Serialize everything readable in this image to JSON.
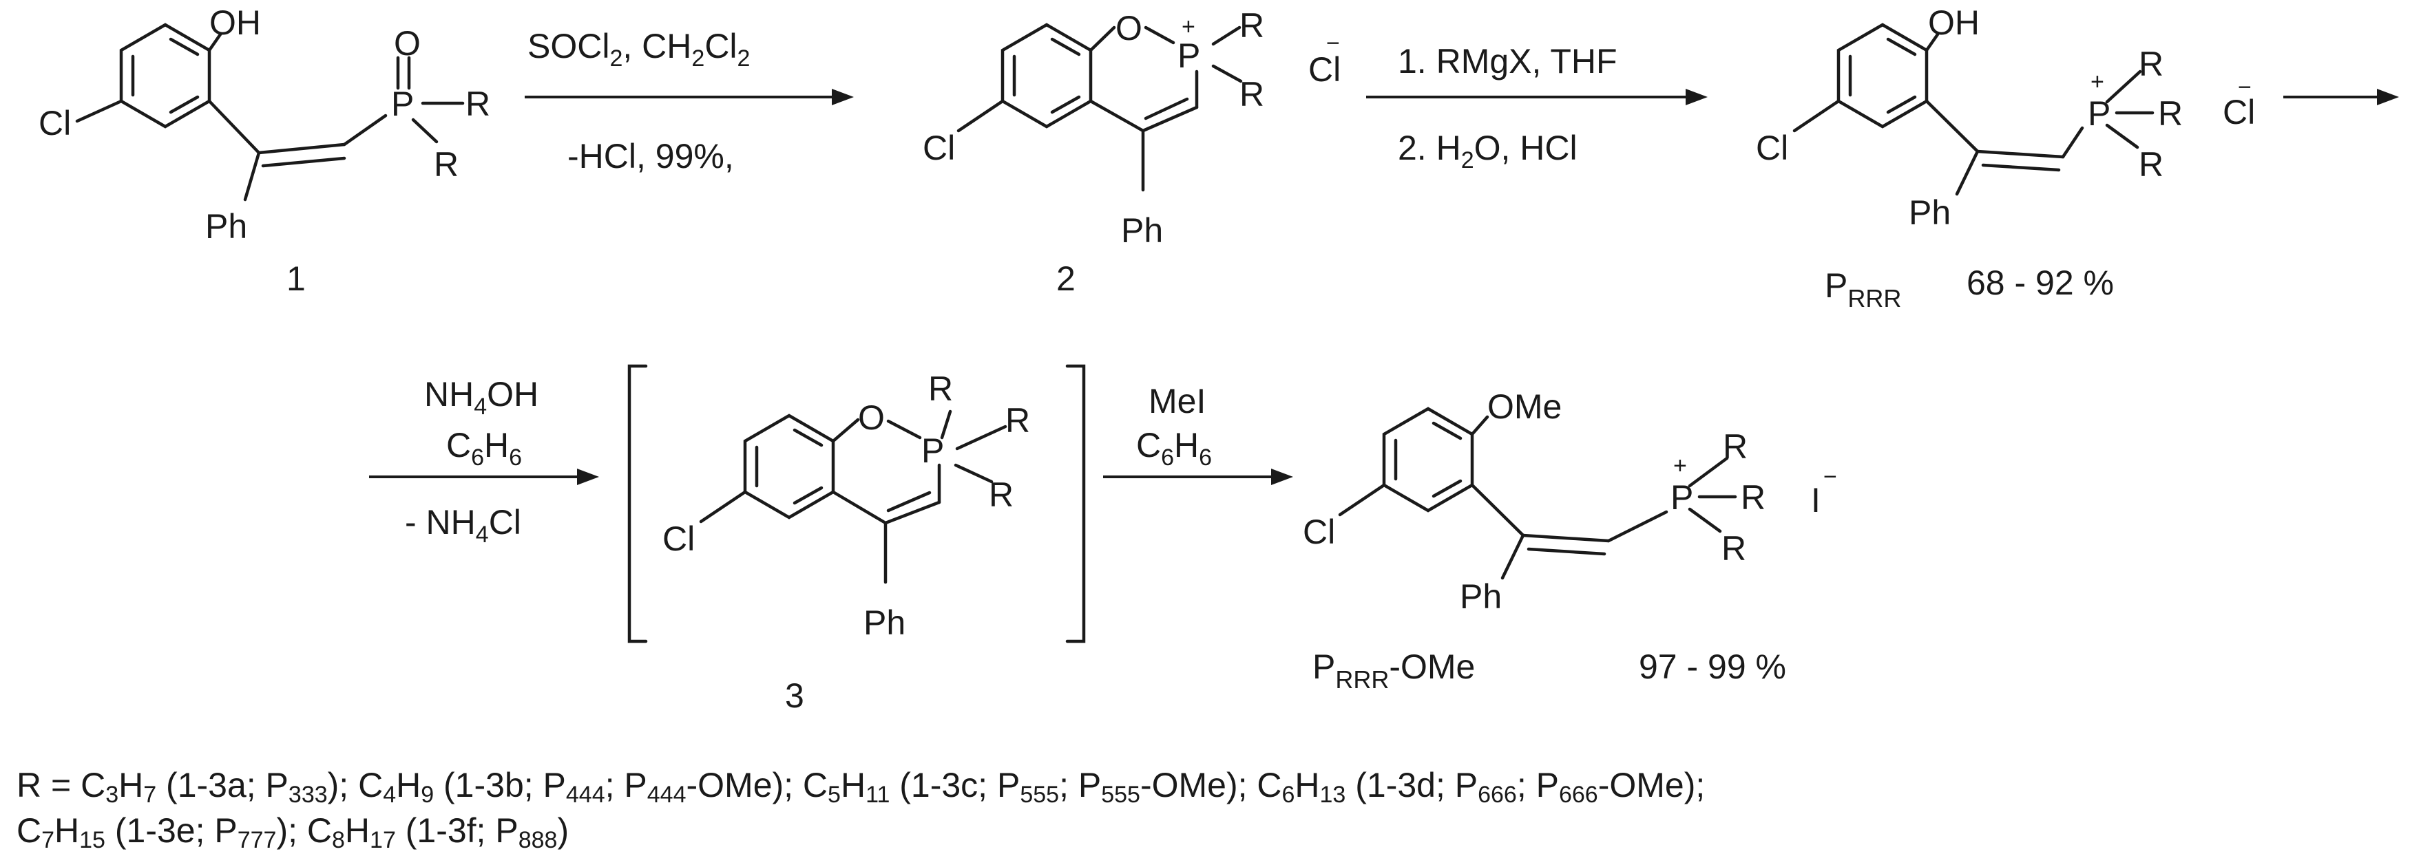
{
  "molecules": {
    "m1": {
      "number": "1",
      "oh": "OH",
      "o": "O",
      "p": "P",
      "r1": "R",
      "r2": "R",
      "cl": "Cl",
      "ph": "Ph"
    },
    "m2": {
      "number": "2",
      "o": "O",
      "p": "P",
      "plus": "+",
      "r1": "R",
      "r2": "R",
      "cl": "Cl",
      "ph": "Ph",
      "counterion": "Cl",
      "minus": "−"
    },
    "m_prrr": {
      "oh": "OH",
      "p": "P",
      "plus": "+",
      "r1": "R",
      "r2": "R",
      "r3": "R",
      "cl": "Cl",
      "ph": "Ph",
      "counterion": "Cl",
      "minus": "−",
      "label_main": "P",
      "label_sub": "RRR",
      "yield": "68 - 92 %"
    },
    "m3": {
      "number": "3",
      "o": "O",
      "p": "P",
      "r1": "R",
      "r2": "R",
      "r3": "R",
      "cl": "Cl",
      "ph": "Ph"
    },
    "m_ome": {
      "ome": "OMe",
      "p": "P",
      "plus": "+",
      "r1": "R",
      "r2": "R",
      "r3": "R",
      "cl": "Cl",
      "ph": "Ph",
      "counterion": "I",
      "minus": "−",
      "label_main": "P",
      "label_sub": "RRR",
      "label_tail": "-OMe",
      "yield": "97 - 99 %"
    }
  },
  "arrows": {
    "a1": {
      "above_1": "SOCl",
      "above_1_sub": "2",
      "above_2": ", CH",
      "above_2_sub": "2",
      "above_3": "Cl",
      "above_3_sub": "2",
      "below": "-HCl, 99%,"
    },
    "a2": {
      "above": "1. RMgX, THF",
      "below_1": "2. H",
      "below_1_sub": "2",
      "below_2": "O, HCl"
    },
    "a4": {
      "above_1": "NH",
      "above_1_sub": "4",
      "above_2": "OH",
      "above_3": "C",
      "above_3_sub": "6",
      "above_4": "H",
      "above_4_sub": "6",
      "below_1": "- NH",
      "below_1_sub": "4",
      "below_2": "Cl"
    },
    "a5": {
      "above_1": "MeI",
      "above_2": "C",
      "above_2_sub": "6",
      "above_3": "H",
      "above_3_sub": "6"
    }
  },
  "footnote": {
    "line1": [
      {
        "t": "R = C"
      },
      {
        "s": "3"
      },
      {
        "t": "H"
      },
      {
        "s": "7"
      },
      {
        "t": " (1-3a; P"
      },
      {
        "s": "333"
      },
      {
        "t": "); C"
      },
      {
        "s": "4"
      },
      {
        "t": "H"
      },
      {
        "s": "9"
      },
      {
        "t": " (1-3b; P"
      },
      {
        "s": "444"
      },
      {
        "t": "; P"
      },
      {
        "s": "444"
      },
      {
        "t": "-OMe); C"
      },
      {
        "s": "5"
      },
      {
        "t": "H"
      },
      {
        "s": "11"
      },
      {
        "t": " (1-3c; P"
      },
      {
        "s": "555"
      },
      {
        "t": "; P"
      },
      {
        "s": "555"
      },
      {
        "t": "-OMe); C"
      },
      {
        "s": "6"
      },
      {
        "t": "H"
      },
      {
        "s": "13"
      },
      {
        "t": " (1-3d; P"
      },
      {
        "s": "666"
      },
      {
        "t": "; P"
      },
      {
        "s": "666"
      },
      {
        "t": "-OMe);"
      }
    ],
    "line2": [
      {
        "t": "C"
      },
      {
        "s": "7"
      },
      {
        "t": "H"
      },
      {
        "s": "15"
      },
      {
        "t": " (1-3e; P"
      },
      {
        "s": "777"
      },
      {
        "t": "); C"
      },
      {
        "s": "8"
      },
      {
        "t": "H"
      },
      {
        "s": "17"
      },
      {
        "t": " (1-3f; P"
      },
      {
        "s": "888"
      },
      {
        "t": ")"
      }
    ]
  }
}
